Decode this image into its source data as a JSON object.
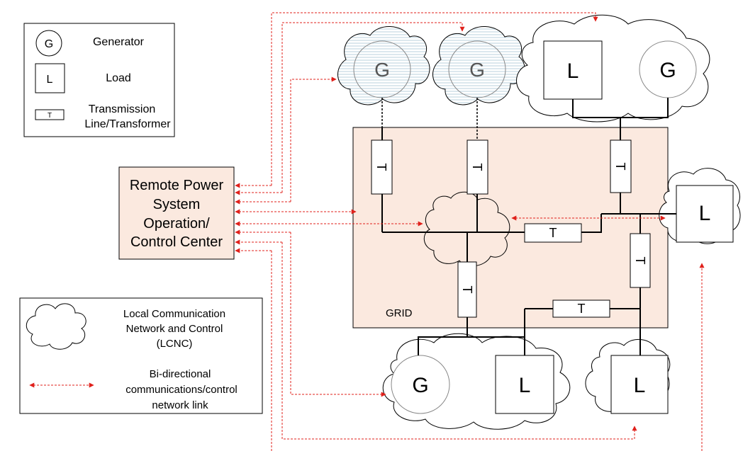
{
  "legend": {
    "generator_symbol": "G",
    "generator_label": "Generator",
    "load_symbol": "L",
    "load_label": "Load",
    "transmission_symbol": "T",
    "transmission_label_line1": "Transmission",
    "transmission_label_line2": "Line/Transformer"
  },
  "control_center": {
    "line1": "Remote Power",
    "line2": "System",
    "line3": "Operation/",
    "line4": "Control Center"
  },
  "lower_legend": {
    "lcnc_line1": "Local Communication",
    "lcnc_line2": "Network and Control",
    "lcnc_line3": "(LCNC)",
    "link_line1": "Bi-directional",
    "link_line2": "communications/control",
    "link_line3": "network link"
  },
  "grid": {
    "label": "GRID"
  },
  "symbols": {
    "generator": "G",
    "load": "L",
    "transformer": "T"
  },
  "colors": {
    "grid_fill": "#fbe9df",
    "control_center_fill": "#fbe9df",
    "link_color": "#e0201b",
    "hatched_cloud": "#cfe0ea",
    "line": "#000000"
  }
}
